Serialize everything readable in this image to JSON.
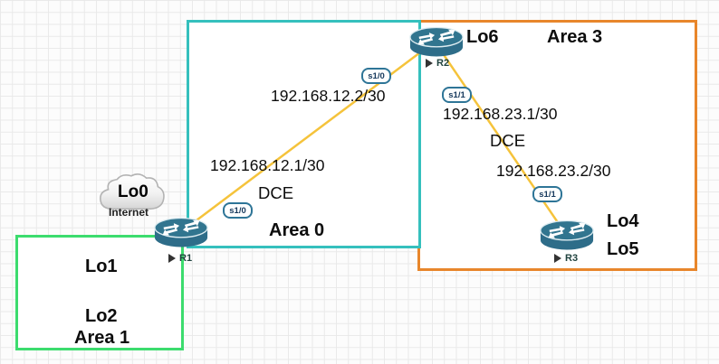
{
  "areas": {
    "area0": {
      "label": "Area 0",
      "border_color": "#35c0bd"
    },
    "area1": {
      "label": "Area 1",
      "border_color": "#3cdc6e"
    },
    "area3": {
      "label": "Area 3",
      "border_color": "#e8862b"
    }
  },
  "devices": {
    "r1": {
      "name": "R1"
    },
    "r2": {
      "name": "R2"
    },
    "r3": {
      "name": "R3"
    },
    "internet_cloud": {
      "name": "Internet",
      "loopback_label": "Lo0"
    }
  },
  "loopback_labels": {
    "r1_lo1": "Lo1",
    "r1_lo2": "Lo2",
    "r2_lo6": "Lo6",
    "r3_lo4": "Lo4",
    "r3_lo5": "Lo5"
  },
  "links": {
    "r1_r2": {
      "color": "#f5c33b",
      "iface_r1": "s1/0",
      "iface_r2": "s1/0",
      "ip_r1": "192.168.12.1/30",
      "ip_r2": "192.168.12.2/30",
      "dce_label": "DCE"
    },
    "r2_r3": {
      "color": "#f5c33b",
      "iface_r2": "s1/1",
      "iface_r3": "s1/1",
      "ip_r2": "192.168.23.1/30",
      "ip_r3": "192.168.23.2/30",
      "dce_label": "DCE"
    }
  },
  "router_icon_color": "#2e6d89"
}
